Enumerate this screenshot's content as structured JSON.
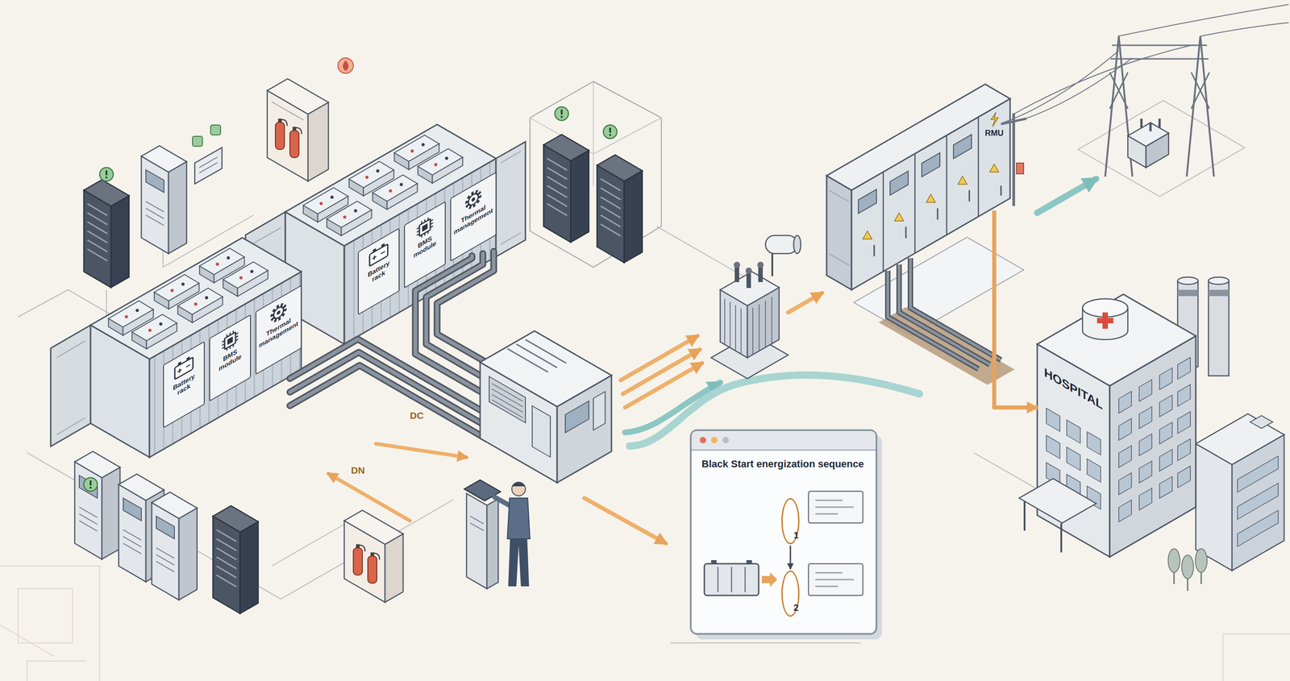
{
  "diagram": {
    "nodes": [
      {
        "text": [
          "Battery rack"
        ]
      },
      {
        "text": [
          "BMS module"
        ]
      },
      {
        "text": [
          "Thermal management"
        ]
      },
      {
        "text": [
          "Battery rack"
        ]
      },
      {
        "text": [
          "BMS module"
        ]
      },
      {
        "text": [
          "Thermal management"
        ]
      },
      {
        "text": [
          "Black Start energization sequence"
        ]
      },
      {
        "text": [
          "1"
        ],
        "in": 6
      },
      {
        "text": [
          "2"
        ],
        "in": 6
      },
      {
        "text": [
          "RMU"
        ]
      },
      {
        "text": [
          "HOSPITAL"
        ]
      }
    ],
    "edges": [
      {
        "from": 7,
        "to": 8,
        "arrow": "to"
      },
      {
        "from": 9,
        "to": 10,
        "arrow": "to"
      }
    ],
    "labels": [
      "DC",
      "DN"
    ]
  }
}
